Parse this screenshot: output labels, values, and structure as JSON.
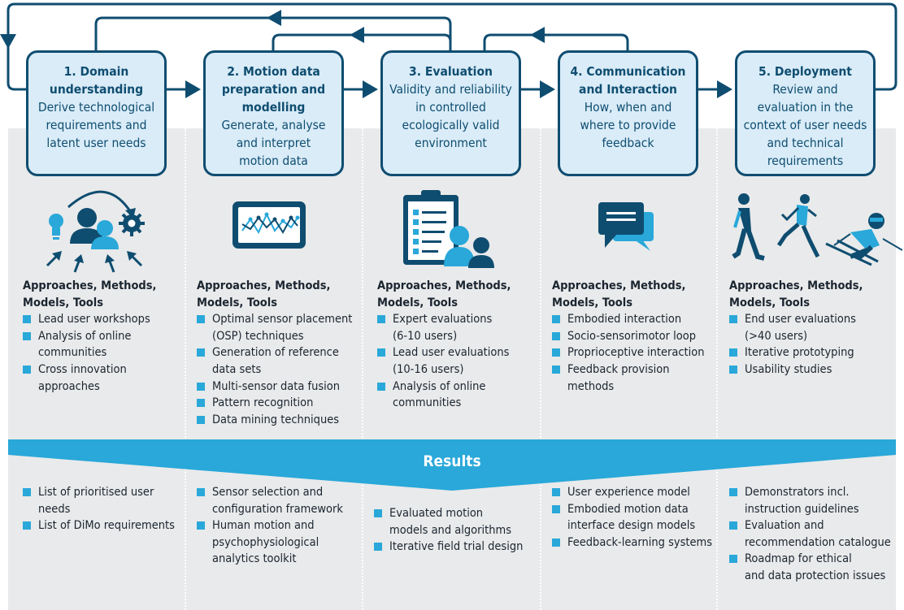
{
  "stages": [
    {
      "title": "1. Domain understanding",
      "title_lines": [
        "1. Domain",
        "understanding"
      ],
      "sub": "Derive technological requirements and latent user needs",
      "sub_lines": [
        "Derive technological",
        "requirements and",
        "latent user needs"
      ]
    },
    {
      "title": "2. Motion data preparation and modelling",
      "title_lines": [
        "2. Motion data",
        "preparation and",
        "modelling"
      ],
      "sub": "Generate, analyse and interpret motion data",
      "sub_lines": [
        "Generate, analyse",
        "and interpret",
        "motion data"
      ]
    },
    {
      "title": "3. Evaluation",
      "title_lines": [
        "3. Evaluation"
      ],
      "sub": "Validity and reliability in controlled ecologically valid environment",
      "sub_lines": [
        "Validity and reliability",
        "in controlled",
        "ecologically valid",
        "environment"
      ]
    },
    {
      "title": "4. Communication and Interaction",
      "title_lines": [
        "4. Communication",
        "and Interaction"
      ],
      "sub": "How, when and where to provide feedback",
      "sub_lines": [
        "How, when and",
        "where to provide",
        "feedback"
      ]
    },
    {
      "title": "5. Deployment",
      "title_lines": [
        "5. Deployment"
      ],
      "sub": "Review and evaluation in the context of user needs and technical requirements",
      "sub_lines": [
        "Review and",
        "evaluation in the",
        "context of user needs",
        "and technical",
        "requirements"
      ]
    }
  ],
  "approaches_heading": [
    "Approaches, Methods,",
    "Models, Tools"
  ],
  "approaches": [
    [
      "Lead user workshops",
      [
        "Analysis of online",
        "communities"
      ],
      [
        "Cross innovation",
        "approaches"
      ]
    ],
    [
      [
        "Optimal sensor placement",
        "(OSP) techniques"
      ],
      [
        "Generation of reference",
        "data sets"
      ],
      "Multi-sensor data fusion",
      "Pattern recognition",
      "Data mining techniques"
    ],
    [
      [
        "Expert evaluations",
        "(6-10 users)"
      ],
      [
        "Lead user evaluations",
        "(10-16 users)"
      ],
      [
        "Analysis of online",
        "communities"
      ]
    ],
    [
      "Embodied interaction",
      "Socio-sensorimotor loop",
      "Proprioceptive interaction",
      "Feedback provision methods"
    ],
    [
      [
        "End user evaluations",
        "(>40 users)"
      ],
      "Iterative prototyping",
      "Usability studies"
    ]
  ],
  "results_label": "Results",
  "results": [
    [
      [
        "List of prioritised user",
        "needs"
      ],
      "List of DiMo requirements"
    ],
    [
      [
        "Sensor selection and",
        "configuration framework"
      ],
      [
        "Human motion and",
        "psychophysiological",
        "analytics toolkit"
      ]
    ],
    [
      [
        "Evaluated motion",
        "models and algorithms"
      ],
      "Iterative field trial design"
    ],
    [
      "User experience model",
      [
        "Embodied motion data",
        "interface design models"
      ],
      "Feedback-learning systems"
    ],
    [
      [
        "Demonstrators incl.",
        "instruction guidelines"
      ],
      [
        "Evaluation and",
        "recommendation catalogue"
      ],
      [
        "Roadmap for ethical",
        "and data protection issues"
      ]
    ]
  ],
  "icons": [
    "ideation-users-icon",
    "sensor-chart-icon",
    "clipboard-users-icon",
    "chat-bubbles-icon",
    "walk-run-ski-icon"
  ],
  "colors": {
    "dark_blue": "#0f4d70",
    "light_blue": "#d9ecf8",
    "accent": "#29a8d9",
    "panel": "#e9eaeb"
  }
}
